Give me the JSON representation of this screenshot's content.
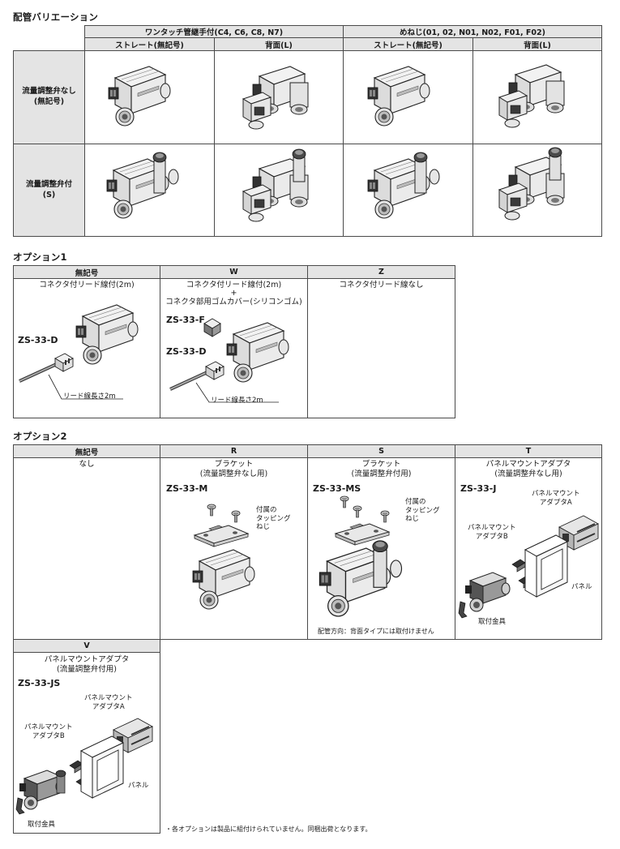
{
  "piping": {
    "title": "配管バリエーション",
    "group_one_touch": "ワンタッチ管継手付(C4, C6, C8, N7)",
    "group_female": "めねじ(01, 02, N01, N02, F01, F02)",
    "straight": "ストレート(無記号)",
    "back": "背面(L)",
    "row1": [
      "流量調整弁なし",
      "(無記号)"
    ],
    "row2": [
      "流量調整弁付",
      "(S)"
    ]
  },
  "option1": {
    "title": "オプション1",
    "headers": [
      "無記号",
      "W",
      "Z"
    ],
    "desc_none": "コネクタ付リード線付(2m)",
    "desc_w_line1": "コネクタ付リード線付(2m)",
    "desc_w_plus": "+",
    "desc_w_line2": "コネクタ部用ゴムカバー(シリコンゴム)",
    "desc_z": "コネクタ付リード線なし",
    "part_d": "ZS-33-D",
    "part_f": "ZS-33-F",
    "lead_label": "リード線長さ2m"
  },
  "option2": {
    "title": "オプション2",
    "headers": [
      "無記号",
      "R",
      "S",
      "T"
    ],
    "desc_none": "なし",
    "desc_r": [
      "ブラケット",
      "(流量調整弁なし用)"
    ],
    "desc_s": [
      "ブラケット",
      "(流量調整弁付用)"
    ],
    "desc_t": [
      "パネルマウントアダプタ",
      "(流量調整弁なし用)"
    ],
    "part_r": "ZS-33-M",
    "part_s": "ZS-33-MS",
    "part_t": "ZS-33-J",
    "screw_label": [
      "付属の",
      "タッピング",
      "ねじ"
    ],
    "s_note": "配管方向：背面タイプには取付けません",
    "adapter_a": [
      "パネルマウント",
      "アダプタA"
    ],
    "adapter_b": [
      "パネルマウント",
      "アダプタB"
    ],
    "panel": "パネル",
    "fitting": "取付金具",
    "v_header": "V",
    "desc_v": [
      "パネルマウントアダプタ",
      "(流量調整弁付用)"
    ],
    "part_v": "ZS-33-JS"
  },
  "footnote": "・各オプションは製品に組付けられていません。同梱出荷となります。"
}
